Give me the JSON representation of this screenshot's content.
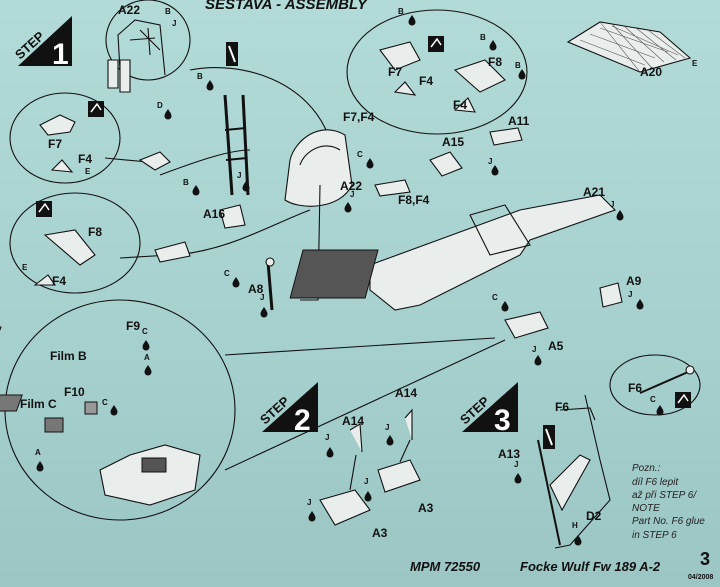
{
  "header": {
    "title": "SESTAVA - ASSEMBLY"
  },
  "steps": [
    {
      "word": "STEP",
      "number": "1"
    },
    {
      "word": "STEP",
      "number": "2"
    },
    {
      "word": "STEP",
      "number": "3"
    }
  ],
  "labels": {
    "a22_top": "A22",
    "a22_mid": "A22",
    "a20": "A20",
    "a21": "A21",
    "a11": "A11",
    "a15": "A15",
    "a16": "A16",
    "a8": "A8",
    "a9": "A9",
    "a5": "A5",
    "a14_l": "A14",
    "a14_r": "A14",
    "a3_l": "A3",
    "a3_r": "A3",
    "a13": "A13",
    "d2": "D2",
    "f6_a": "F6",
    "f6_b": "F6",
    "f7_a": "F7",
    "f7_b": "F7",
    "f4_a": "F4",
    "f4_b": "F4",
    "f4_c": "F4",
    "f4_d": "F4",
    "f8_a": "F8",
    "f8_b": "F8",
    "f7f4": "F7,F4",
    "f8f4": "F8,F4",
    "f9": "F9",
    "f10": "F10",
    "film_b": "Film B",
    "film_c": "Film C"
  },
  "codes": {
    "b": "B",
    "c": "C",
    "d": "D",
    "e": "E",
    "j": "J",
    "a": "A",
    "h": "H"
  },
  "note": {
    "line1": "Pozn.:",
    "line2": "díl F6 lepit",
    "line3": "až při STEP 6/",
    "line4": "NOTE",
    "line5": "Part No. F6 glue",
    "line6": "in STEP 6"
  },
  "footer": {
    "kit": "MPM 72550",
    "aircraft": "Focke Wulf Fw 189 A-2",
    "page": "3",
    "date": "04/2008"
  }
}
